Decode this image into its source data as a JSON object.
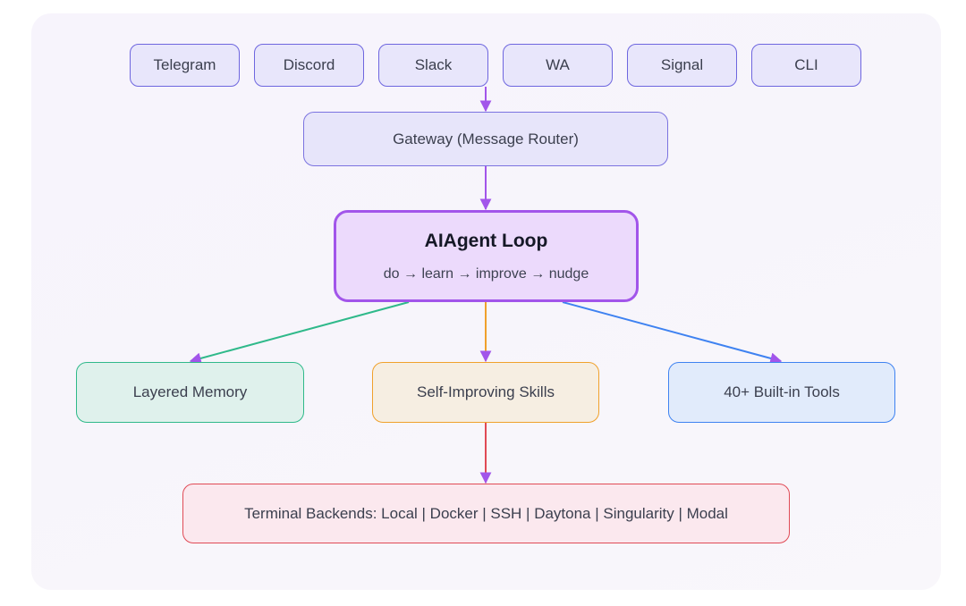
{
  "channels": [
    {
      "label": "Telegram"
    },
    {
      "label": "Discord"
    },
    {
      "label": "Slack"
    },
    {
      "label": "WA"
    },
    {
      "label": "Signal"
    },
    {
      "label": "CLI"
    }
  ],
  "gateway": {
    "label": "Gateway (Message Router)"
  },
  "agent_loop": {
    "title": "AIAgent Loop",
    "subtitle": "do → learn → improve → nudge"
  },
  "components": {
    "memory": {
      "label": "Layered Memory"
    },
    "skills": {
      "label": "Self-Improving Skills"
    },
    "tools": {
      "label": "40+ Built-in Tools"
    }
  },
  "backends": {
    "label": "Terminal Backends: Local | Docker | SSH | Daytona | Singularity | Modal"
  },
  "colors": {
    "channel_border": "#6e66df",
    "loop_border": "#a255ea",
    "memory_arrow": "#2fb98a",
    "skills_arrow": "#f0a12c",
    "tools_arrow": "#3e82f1",
    "backends_border": "#e04a55",
    "arrow_head": "#a255ea"
  }
}
